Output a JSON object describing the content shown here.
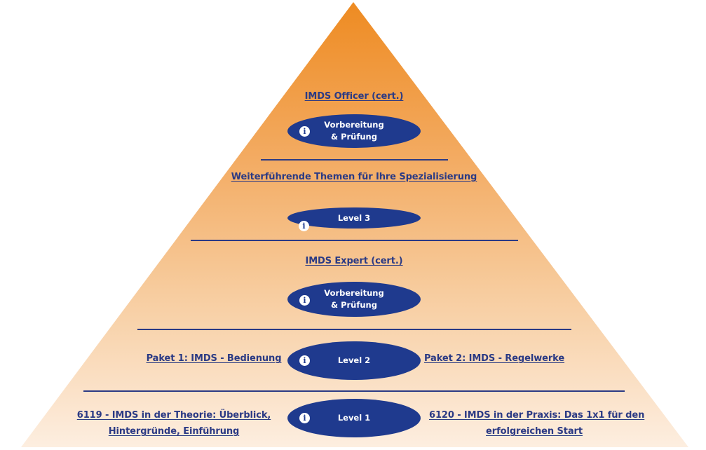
{
  "colors": {
    "apex": "#ee8b22",
    "base": "#fdeee0",
    "navy": "#1f3a8e",
    "link": "#2b3a84"
  },
  "tiers": {
    "officer": {
      "title": "IMDS Officer (cert.)",
      "pill_label": "Vorbereitung\n& Prüfung",
      "info_icon": "info-icon"
    },
    "level3": {
      "title": "Weiterführende Themen für Ihre Spezialisierung",
      "pill_label": "Level 3",
      "info_icon": "info-icon"
    },
    "expert": {
      "title": "IMDS Expert (cert.)",
      "pill_label": "Vorbereitung\n& Prüfung",
      "info_icon": "info-icon"
    },
    "level2": {
      "left_link": "Paket 1: IMDS - Bedienung",
      "pill_label": "Level 2",
      "right_link": "Paket 2: IMDS - Regelwerke",
      "info_icon": "info-icon"
    },
    "level1": {
      "left_link_line1": "6119 - IMDS in der Theorie: Überblick,",
      "left_link_line2": "Hintergründe, Einführung",
      "pill_label": "Level 1",
      "right_link_line1": "6120 - IMDS in der Praxis: Das 1x1 für den",
      "right_link_line2": "erfolgreichen Start",
      "info_icon": "info-icon"
    }
  },
  "info_glyph": "i"
}
